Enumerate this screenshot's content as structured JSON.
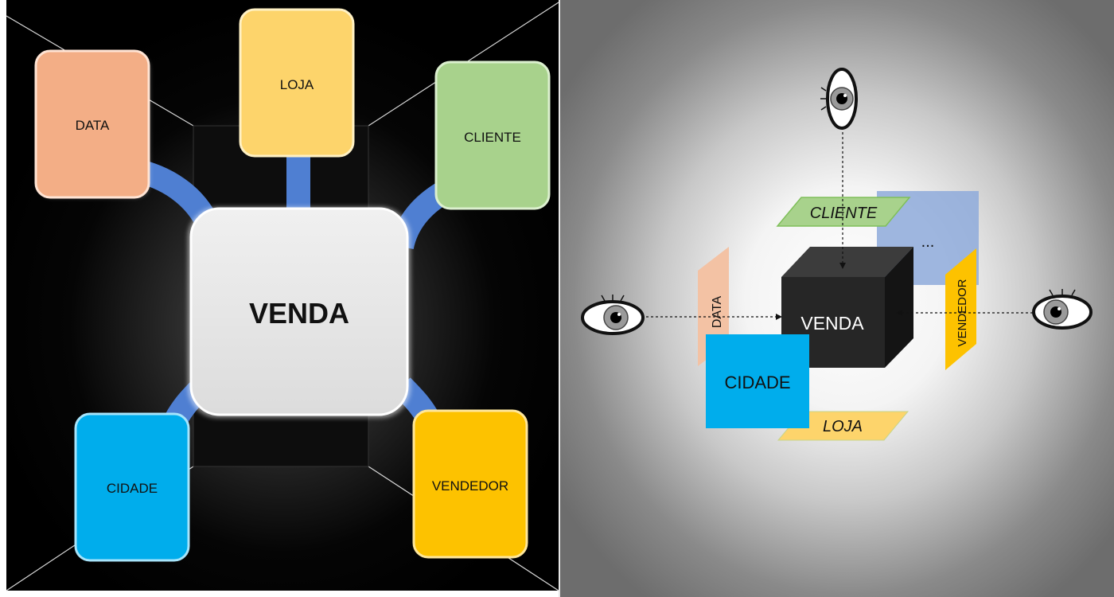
{
  "left_panel": {
    "center": {
      "label": "VENDA"
    },
    "dimensions": [
      {
        "id": "data",
        "label": "DATA",
        "color": "#f3ae86"
      },
      {
        "id": "loja",
        "label": "LOJA",
        "color": "#fdd46b"
      },
      {
        "id": "cliente",
        "label": "CLIENTE",
        "color": "#a8d28c"
      },
      {
        "id": "cidade",
        "label": "CIDADE",
        "color": "#00adec"
      },
      {
        "id": "vendedor",
        "label": "VENDEDOR",
        "color": "#fdc200"
      }
    ],
    "connector_color": "#4f7fd2"
  },
  "right_panel": {
    "cube": {
      "label": "VENDA"
    },
    "faces": {
      "cliente": {
        "label": "CLIENTE",
        "color": "#a8d28c"
      },
      "loja": {
        "label": "LOJA",
        "color": "#fdd46b"
      },
      "data": {
        "label": "DATA",
        "color": "#f3c2a4"
      },
      "vendedor": {
        "label": "VENDEDOR",
        "color": "#fdc200"
      },
      "cidade": {
        "label": "CIDADE",
        "color": "#00adec"
      },
      "more": {
        "label": "...",
        "color": "#8eaadb"
      }
    },
    "eyes": [
      "top-eye-icon",
      "left-eye-icon",
      "right-eye-icon"
    ]
  }
}
